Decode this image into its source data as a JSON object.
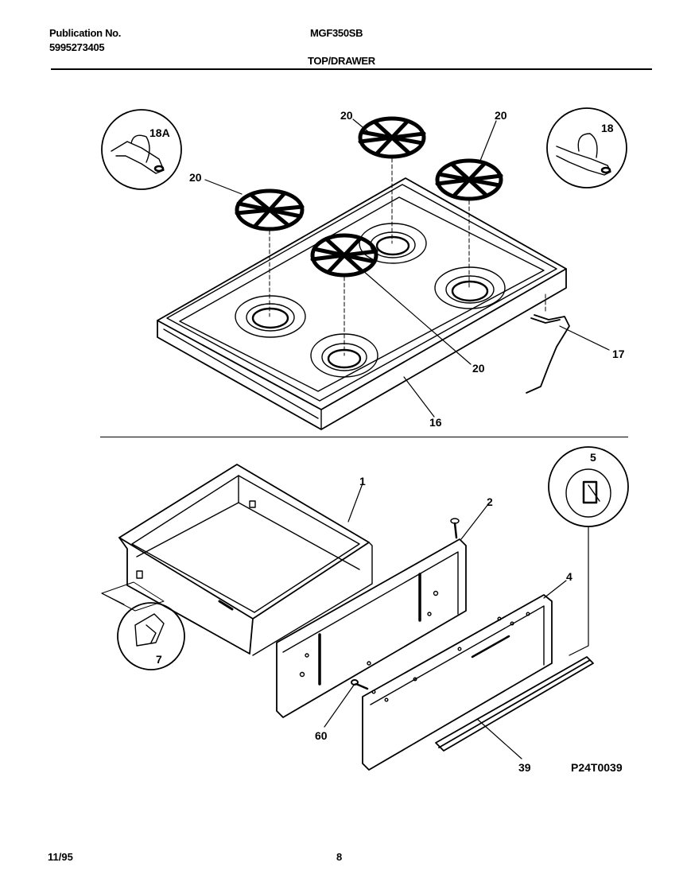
{
  "header": {
    "publication_label": "Publication No.",
    "publication_number": "5995273405",
    "model": "MGF350SB",
    "section": "TOP/DRAWER"
  },
  "callouts": {
    "p18a": "18A",
    "p18": "18",
    "p20": "20",
    "p17": "17",
    "p16": "16",
    "p1": "1",
    "p2": "2",
    "p4": "4",
    "p5": "5",
    "p7": "7",
    "p60": "60",
    "p39": "39"
  },
  "diagram_code": "P24T0039",
  "footer": {
    "date": "11/95",
    "page": "8"
  }
}
